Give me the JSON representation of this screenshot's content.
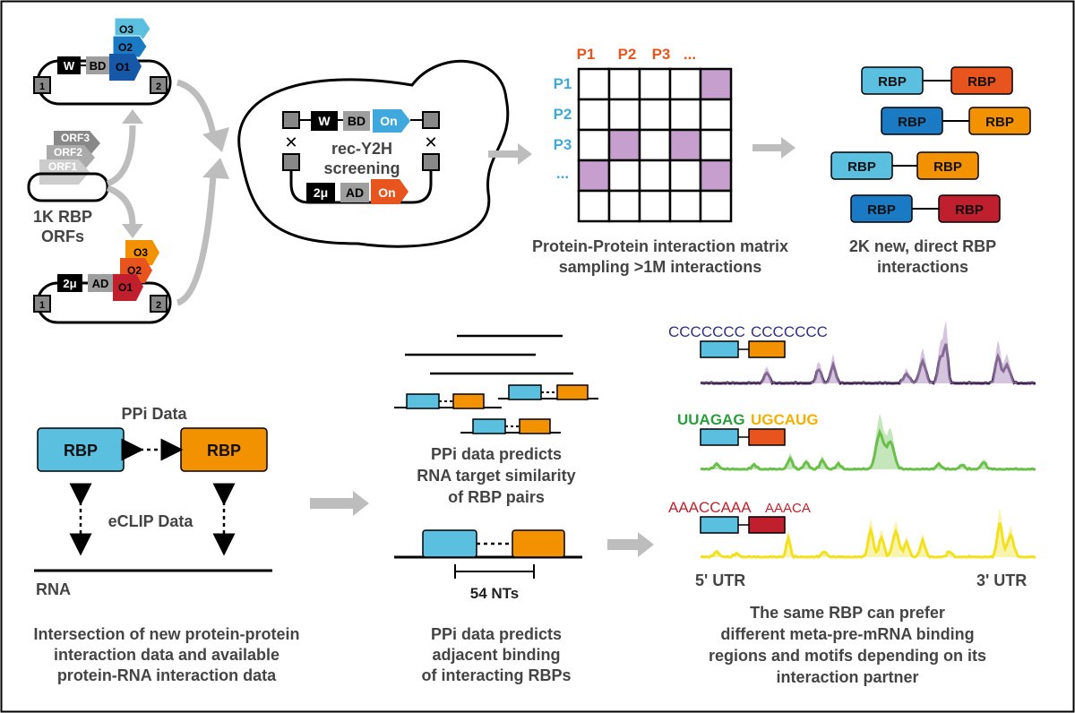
{
  "colors": {
    "border": "#000000",
    "gray_arrow": "#bdbdbd",
    "light_blue": "#5bc0e0",
    "mid_blue": "#1a7bc4",
    "dark_blue": "#1657a8",
    "orange": "#f39200",
    "red_orange": "#e8541e",
    "dark_red": "#c0202e",
    "purple_cell": "#c79fcf",
    "p_label_orange": "#e8541e",
    "p_label_blue": "#3fa9de",
    "trace_purple": "#3b1f4f",
    "trace_green": "#6abf4b",
    "trace_yellow": "#f3e11e"
  },
  "plasmids": {
    "top": {
      "marker1": "1",
      "marker2": "2",
      "w": "W",
      "bd": "BD",
      "o1": "O1",
      "o2": "O2",
      "o3": "O3"
    },
    "bottom": {
      "marker1": "1",
      "marker2": "2",
      "mu": "2μ",
      "ad": "AD",
      "o1": "O1",
      "o2": "O2",
      "o3": "O3"
    },
    "orfs": {
      "orf1": "ORF1",
      "orf2": "ORF2",
      "orf3": "ORF3"
    },
    "library_label_1": "1K RBP",
    "library_label_2": "ORFs"
  },
  "yeast": {
    "w": "W",
    "bd": "BD",
    "on_top": "On",
    "mu": "2μ",
    "ad": "AD",
    "on_bottom": "On",
    "cross": "✕",
    "label_1": "rec-Y2H",
    "label_2": "screening"
  },
  "matrix": {
    "col_labels": [
      "P1",
      "P2",
      "P3",
      "..."
    ],
    "row_labels": [
      "P1",
      "P2",
      "P3",
      "..."
    ],
    "caption_1": "Protein-Protein interaction matrix",
    "caption_2": "sampling >1M interactions"
  },
  "rbp_pairs": {
    "label": "RBP",
    "caption_1": "2K new, direct RBP",
    "caption_2": "interactions"
  },
  "ppi_panel": {
    "ppi_label": "PPi Data",
    "rbp_left": "RBP",
    "rbp_right": "RBP",
    "eclip_label": "eCLIP Data",
    "rna_label": "RNA",
    "caption_1": "Intersection of new protein-protein",
    "caption_2": "interaction data and available",
    "caption_3": "protein-RNA interaction data"
  },
  "middle_panel": {
    "caption_top_1": "PPi data predicts",
    "caption_top_2": "RNA target similarity",
    "caption_top_3": "of RBP pairs",
    "distance_label": "54 NTs",
    "caption_bottom_1": "PPi data predicts",
    "caption_bottom_2": "adjacent binding",
    "caption_bottom_3": "of interacting RBPs"
  },
  "tracks_panel": {
    "motif_1a": "CCCCCCC",
    "motif_1b": "CCCCCCC",
    "motif_2a": "UUAGAG",
    "motif_2b": "UGCAUG",
    "motif_3a": "AAACCAAA",
    "motif_3b": "AAACA",
    "utr5": "5' UTR",
    "utr3": "3' UTR",
    "caption_1": "The same RBP can prefer",
    "caption_2": "different meta-pre-mRNA binding",
    "caption_3": "regions and motifs depending on its",
    "caption_4": "interaction partner"
  }
}
